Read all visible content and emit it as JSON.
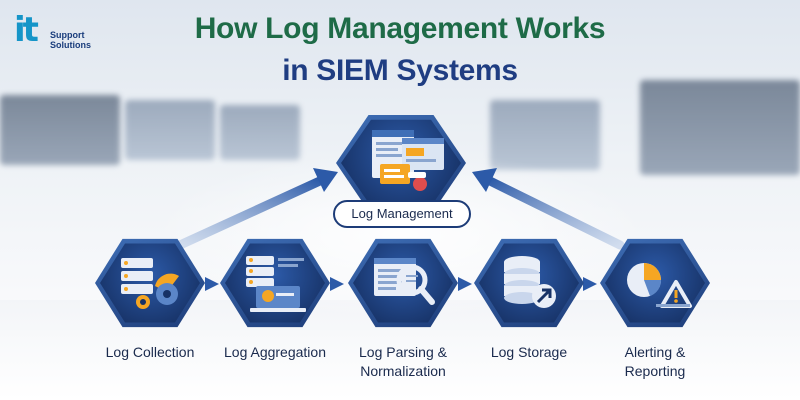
{
  "logo": {
    "mark": "it",
    "line1": "Support",
    "line2": "Solutions"
  },
  "title": {
    "line1": "How Log Management Works",
    "line2": "in SIEM Systems"
  },
  "center": {
    "label": "Log Management",
    "icon": "dashboard-windows-icon"
  },
  "steps": [
    {
      "label_line1": "Log Collection",
      "label_line2": "",
      "icon": "server-gear-icon"
    },
    {
      "label_line1": "Log Aggregation",
      "label_line2": "",
      "icon": "server-laptop-icon"
    },
    {
      "label_line1": "Log Parsing &",
      "label_line2": "Normalization",
      "icon": "document-magnifier-icon"
    },
    {
      "label_line1": "Log Storage",
      "label_line2": "",
      "icon": "database-shield-icon"
    },
    {
      "label_line1": "Alerting &",
      "label_line2": "Reporting",
      "icon": "pie-chart-alert-icon"
    }
  ],
  "colors": {
    "title_green": "#1e6b47",
    "title_blue": "#1f3d82",
    "hex_dark": "#173266",
    "hex_light": "#3f6fb7",
    "accent_orange": "#f5a623",
    "arrow_blue": "#2c5aa8"
  }
}
